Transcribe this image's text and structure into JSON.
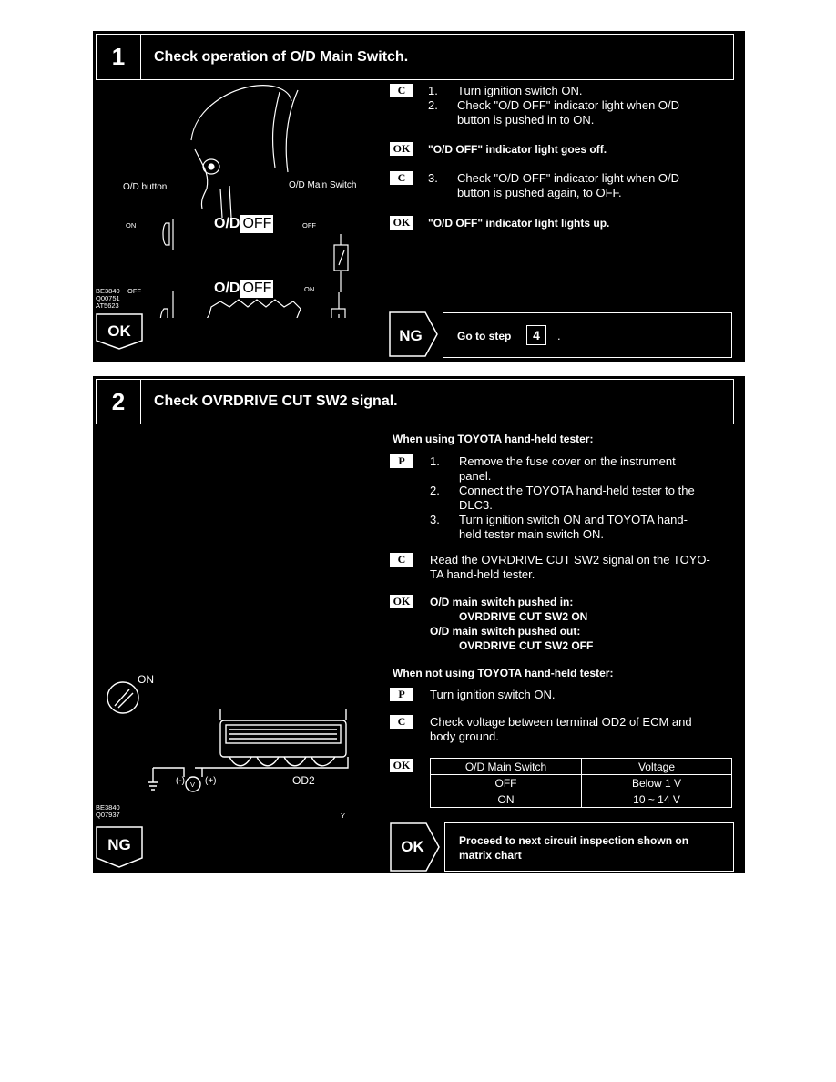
{
  "step1": {
    "number": "1",
    "title": "Check operation of O/D Main Switch.",
    "figure": {
      "od_button": "O/D button",
      "od_main_switch": "O/D Main Switch",
      "on": "ON",
      "off": "OFF",
      "od": "O/D",
      "display_off": "OFF",
      "codes": [
        "BE3840",
        "Q00751",
        "AT5623"
      ]
    },
    "marker_c": "C",
    "marker_ok": "OK",
    "items": [
      {
        "num": "1.",
        "text": "Turn ignition switch ON."
      },
      {
        "num": "2.",
        "text": "Check \"O/D OFF\" indicator light when O/D",
        "text2": "button is pushed in to ON."
      },
      {
        "num": "3.",
        "text": "Check \"O/D OFF\" indicator light when O/D",
        "text2": "button is pushed again, to OFF."
      }
    ],
    "ok_result_1": "\"O/D OFF\" indicator light goes off.",
    "ok_result_2": "\"O/D OFF\" indicator light lights up.",
    "ok_label": "OK",
    "ng_label": "NG",
    "goto_text": "Go to step",
    "goto_step": "4",
    "goto_period": "."
  },
  "step2": {
    "number": "2",
    "title": "Check OVRDRIVE CUT SW2 signal.",
    "with_tester": "When using TOYOTA hand-held tester:",
    "marker_p": "P",
    "marker_c": "C",
    "marker_ok": "OK",
    "p_items": [
      {
        "num": "1.",
        "lines": [
          "Remove the fuse cover on the instrument",
          "panel."
        ]
      },
      {
        "num": "2.",
        "lines": [
          "Connect the TOYOTA hand-held tester to the",
          "DLC3."
        ]
      },
      {
        "num": "3.",
        "lines": [
          "Turn ignition switch ON and TOYOTA hand-",
          "held tester main switch ON."
        ]
      }
    ],
    "c_text": [
      "Read the OVRDRIVE CUT SW2 signal on the TOYO-",
      "TA hand-held tester."
    ],
    "ok_lines": [
      "O/D main switch pushed in:",
      "OVRDRIVE CUT SW2 ON",
      "O/D main switch pushed out:",
      "OVRDRIVE CUT SW2 OFF"
    ],
    "without_tester": "When not using TOYOTA hand-held tester:",
    "p2_text": "Turn ignition switch ON.",
    "c2_text": [
      "Check voltage between terminal OD2 of ECM and",
      "body ground."
    ],
    "table": {
      "headers": [
        "O/D Main Switch",
        "Voltage"
      ],
      "rows": [
        [
          "OFF",
          "Below 1 V"
        ],
        [
          "ON",
          "10 ~ 14 V"
        ]
      ]
    },
    "figure": {
      "on": "ON",
      "minus": "(-)",
      "plus": "(+)",
      "od2": "OD2",
      "v": "V",
      "y": "Y",
      "codes": [
        "BE3840",
        "Q07937"
      ]
    },
    "ng_label": "NG",
    "ok_label": "OK",
    "proceed": [
      "Proceed to next circuit inspection shown on",
      "matrix chart"
    ]
  }
}
